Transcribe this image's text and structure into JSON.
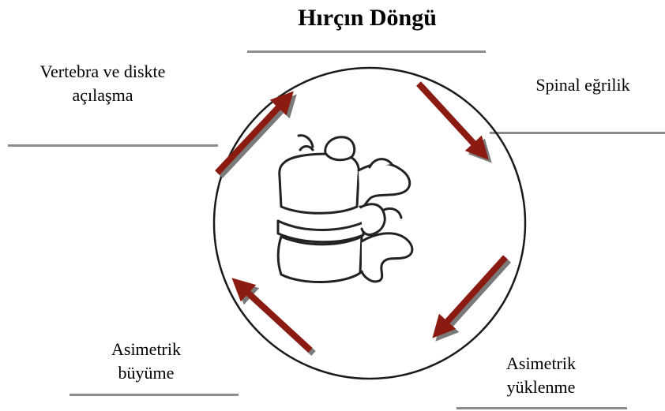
{
  "diagram": {
    "title": "Hırçın Döngü",
    "labels": {
      "top_left": [
        "Vertebra ve diskte",
        "açılaşma"
      ],
      "top_right": [
        "Spinal eğrilik"
      ],
      "bottom_right": [
        "Asimetrik",
        "yüklenme"
      ],
      "bottom_left": [
        "Asimetrik",
        "büyüme"
      ]
    },
    "colors": {
      "arrow": "#8b1a10",
      "arrow_shadow": "#7a7a7a",
      "circle": "#1a1a1a",
      "rule": "#8c8c8c"
    },
    "center_icon": "vertebra-icon"
  }
}
